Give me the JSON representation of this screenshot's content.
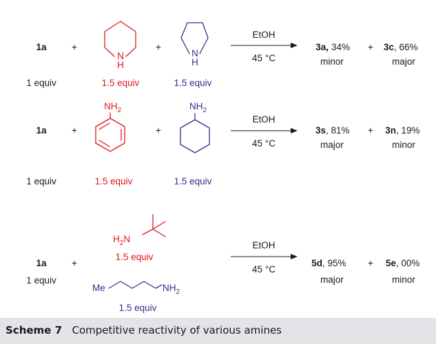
{
  "reactions": [
    {
      "substrate": "1a",
      "substrate_equiv": "1 equiv",
      "plus1": "+",
      "plus2": "+",
      "amine1_atom": "N",
      "amine1_h": "H",
      "amine1_equiv": "1.5 equiv",
      "amine2_atom": "N",
      "amine2_h": "H",
      "amine2_equiv": "1.5 equiv",
      "solvent": "EtOH",
      "temperature": "45 °C",
      "product1": "3a,",
      "product1_yield": "34%",
      "product1_status": "minor",
      "plus3": "+",
      "product2": "3c",
      "product2_yield": ", 66%",
      "product2_status": "major"
    },
    {
      "substrate": "1a",
      "substrate_equiv": "1 equiv",
      "plus1": "+",
      "plus2": "+",
      "amine1_label": "NH",
      "amine1_sub": "2",
      "amine1_equiv": "1.5 equiv",
      "amine2_label": "NH",
      "amine2_sub": "2",
      "amine2_equiv": "1.5 equiv",
      "solvent": "EtOH",
      "temperature": "45 °C",
      "product1": "3s",
      "product1_yield": ", 81%",
      "product1_status": "major",
      "plus3": "+",
      "product2": "3n",
      "product2_yield": ", 19%",
      "product2_status": "minor"
    },
    {
      "substrate": "1a",
      "substrate_equiv": "1 equiv",
      "plus1": "+",
      "amine1_label_pre": "H",
      "amine1_label_sub": "2",
      "amine1_label_post": "N",
      "amine1_equiv": "1.5 equiv",
      "amine2_me": "Me",
      "amine2_label": "NH",
      "amine2_sub": "2",
      "amine2_equiv": "1.5 equiv",
      "solvent": "EtOH",
      "temperature": "45 °C",
      "product1": "5d",
      "product1_yield": ", 95%",
      "product1_status": "major",
      "plus3": "+",
      "product2": "5e",
      "product2_yield": ", 00%",
      "product2_status": "minor"
    }
  ],
  "caption": {
    "label": "Scheme 7",
    "text": "Competitive reactivity of various amines"
  },
  "colors": {
    "red": "#e5141b",
    "blue": "#2b2f8f",
    "caption_bg": "#e3e4e8"
  }
}
